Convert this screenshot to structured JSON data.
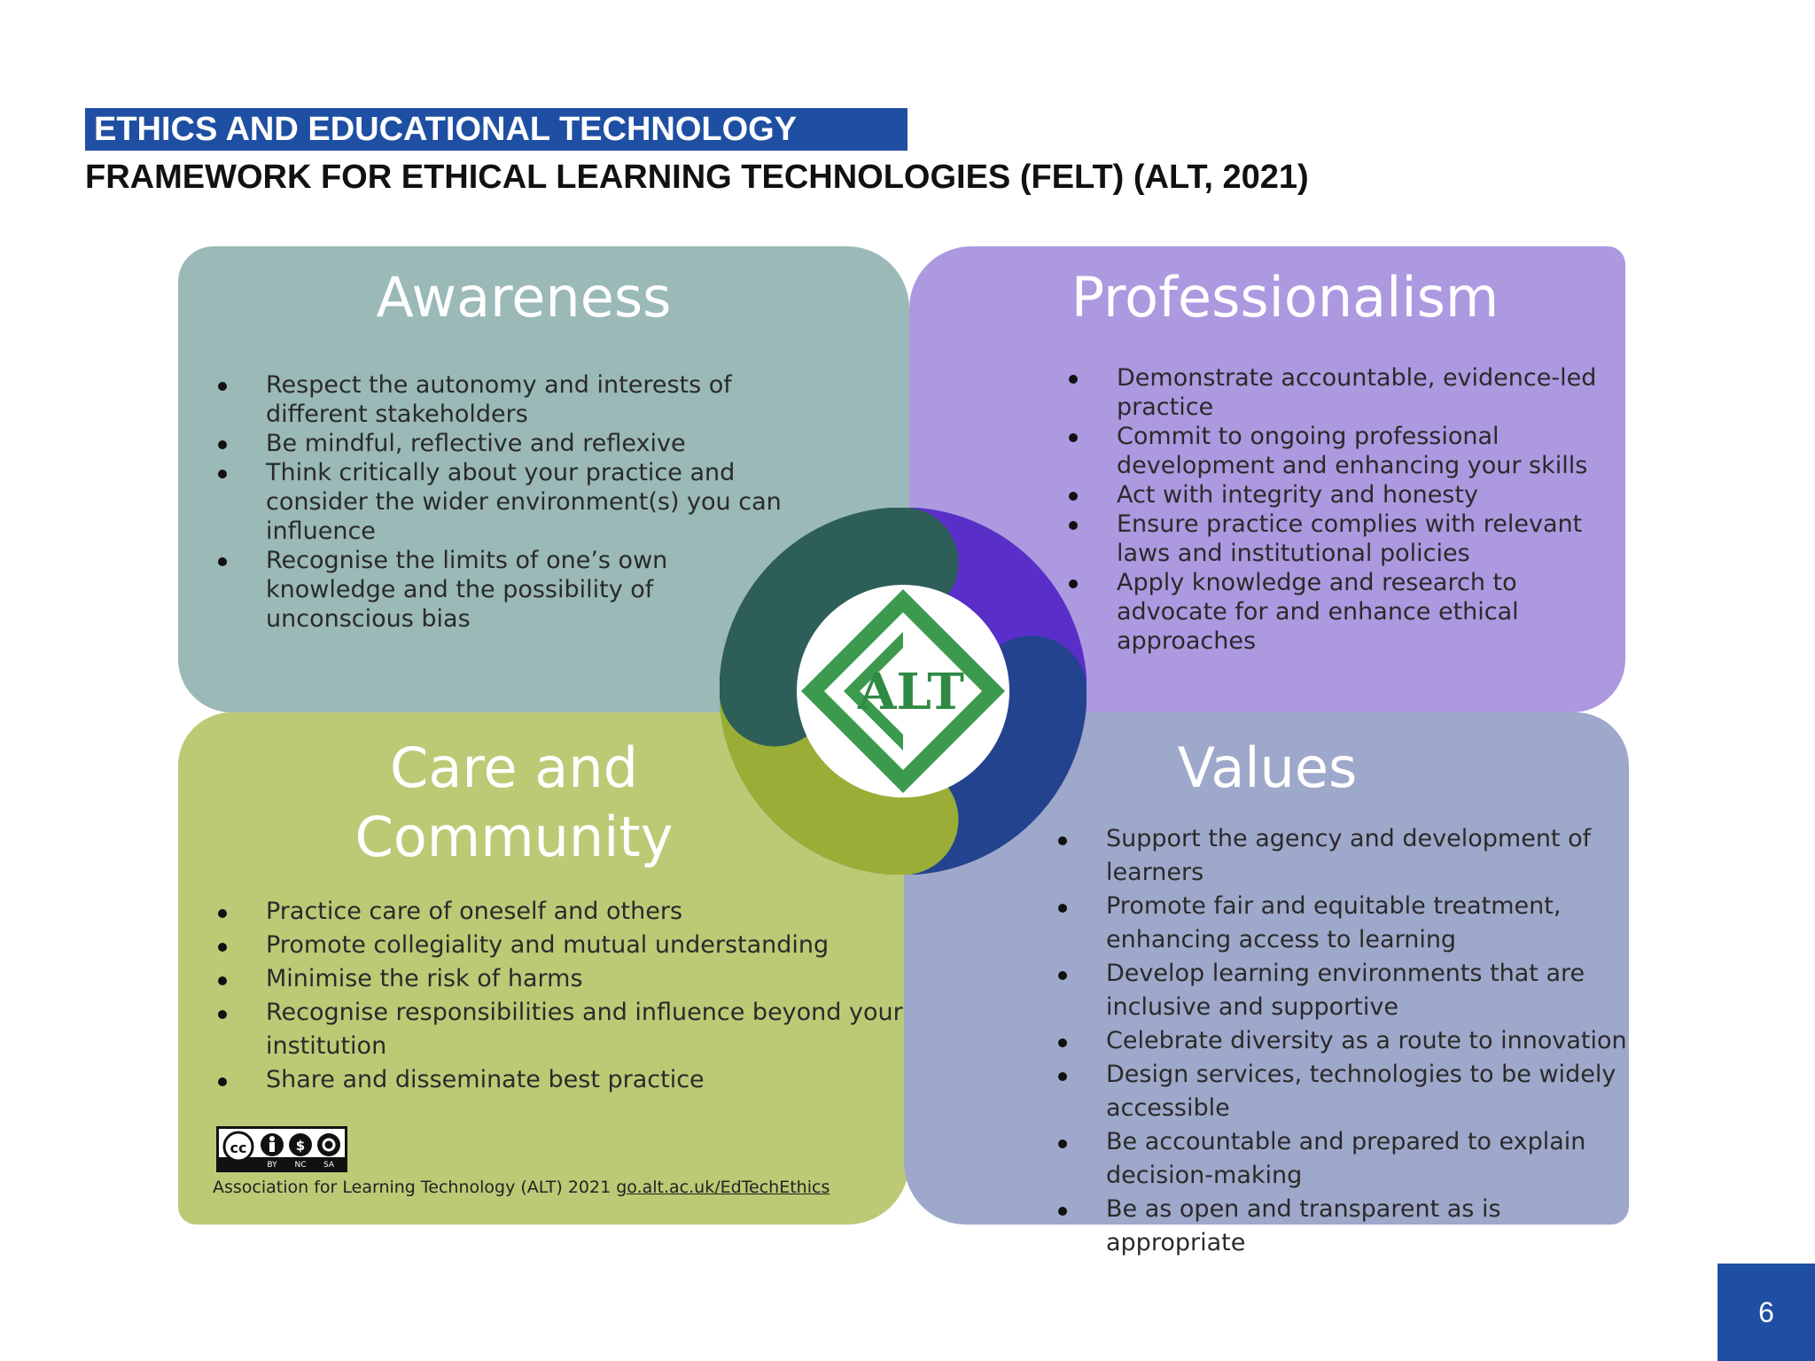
{
  "header": {
    "band_title": "ETHICS AND EDUCATIONAL TECHNOLOGY",
    "subtitle": "FRAMEWORK FOR ETHICAL LEARNING TECHNOLOGIES (FELT) (ALT, 2021)"
  },
  "framework": {
    "logo_text": "ALT",
    "awareness": {
      "title": "Awareness",
      "color": "#9ab9b7",
      "items": [
        "Respect the autonomy and interests of different stakeholders",
        "Be mindful, reflective and reflexive",
        "Think critically about your practice and consider the wider environment(s) you can influence",
        "Recognise the limits of one’s own knowledge and the possibility of unconscious bias"
      ]
    },
    "professionalism": {
      "title": "Professionalism",
      "color": "#ac99e0",
      "items": [
        "Demonstrate accountable, evidence-led practice",
        "Commit to ongoing professional development and enhancing your skills",
        "Act with integrity and honesty",
        "Ensure practice complies with relevant laws and institutional policies",
        "Apply knowledge and research to advocate for and enhance ethical approaches"
      ]
    },
    "care_community": {
      "title_line1": "Care and",
      "title_line2": "Community",
      "color": "#bcca76",
      "items": [
        "Practice care of oneself and others",
        "Promote collegiality and mutual understanding",
        "Minimise the risk of harms",
        "Recognise responsibilities and influence beyond your institution",
        "Share and disseminate best practice"
      ]
    },
    "values": {
      "title": "Values",
      "color": "#9ea8ca",
      "items": [
        "Support the agency and development of learners",
        "Promote fair and equitable treatment, enhancing access to learning",
        "Develop learning environments that are inclusive and supportive",
        "Celebrate diversity as a route to innovation",
        "Design services, technologies to be widely accessible",
        "Be accountable and prepared to explain decision-making",
        "Be as open and transparent as is appropriate"
      ]
    },
    "license": {
      "icon": "cc-by-nc-sa-icon",
      "badge_labels": [
        "BY",
        "NC",
        "SA"
      ],
      "credit": "Association for Learning Technology (ALT) 2021",
      "link": "go.alt.ac.uk/EdTechEthics"
    }
  },
  "footer": {
    "page_number": "6"
  },
  "colors": {
    "brand_blue": "#1f4fa3"
  }
}
